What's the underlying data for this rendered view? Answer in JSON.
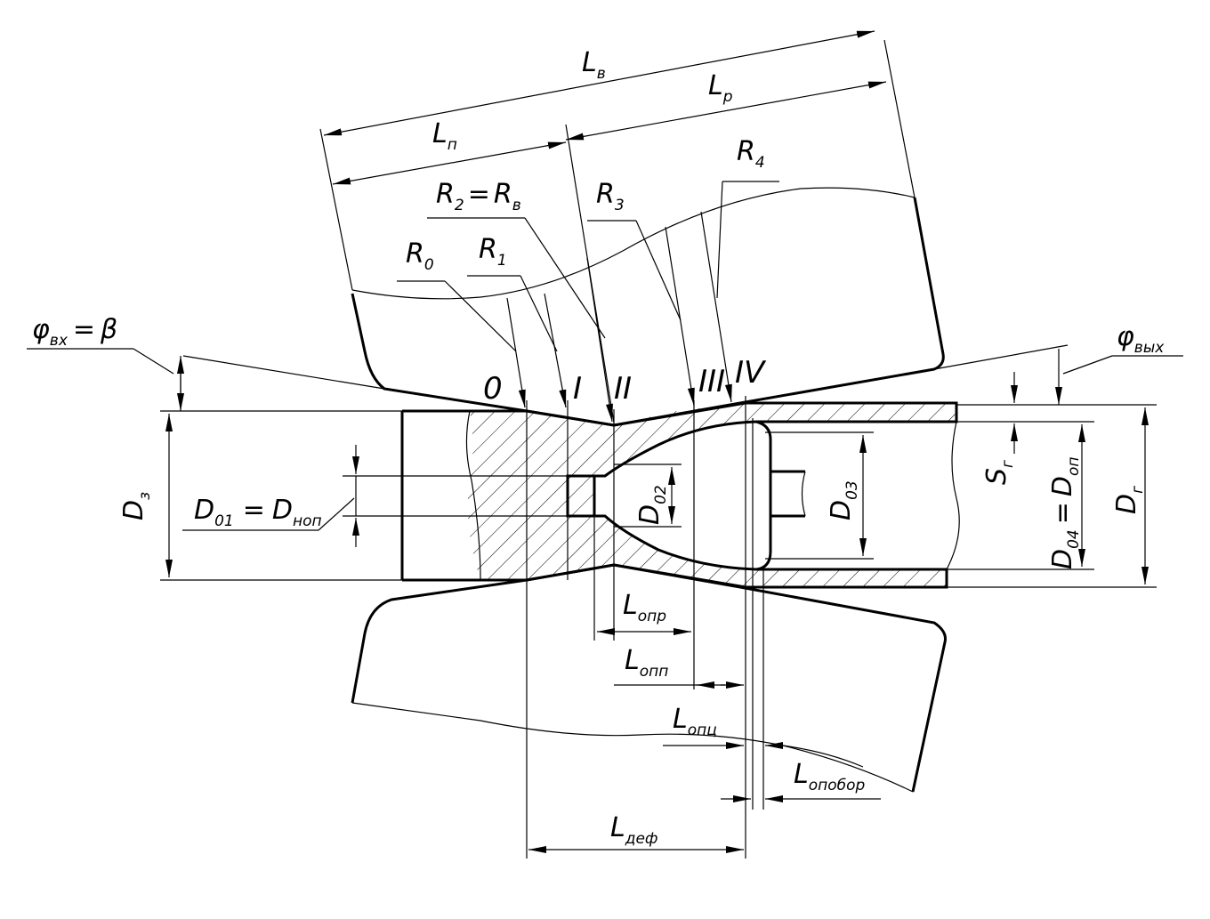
{
  "labels": {
    "Lv": {
      "main": "L",
      "sub": "в"
    },
    "Lr": {
      "main": "L",
      "sub": "р"
    },
    "Ln": {
      "main": "L",
      "sub": "п"
    },
    "R0": {
      "main": "R",
      "sub": "0"
    },
    "R1": {
      "main": "R",
      "sub": "1"
    },
    "R2": {
      "main": "R",
      "sub": "2",
      "eq": "=",
      "main2": "R",
      "sub2": "в"
    },
    "R3": {
      "main": "R",
      "sub": "3"
    },
    "R4": {
      "main": "R",
      "sub": "4"
    },
    "phi_in": {
      "main": "φ",
      "sub": "вх",
      "eq": "=",
      "rhs": "β"
    },
    "phi_out": {
      "main": "φ",
      "sub": "вых"
    },
    "sec0": "0",
    "sec1": "I",
    "sec2": "II",
    "sec3": "III",
    "sec4": "IV",
    "D3": {
      "main": "D",
      "sub": "з"
    },
    "D01": {
      "main": "D",
      "sub": "01",
      "eq": "=",
      "main2": "D",
      "sub2": "ноп"
    },
    "D02": {
      "main": "D",
      "sub": "02"
    },
    "D03": {
      "main": "D",
      "sub": "03"
    },
    "D04": {
      "main": "D",
      "sub": "04",
      "eq": "=",
      "main2": "D",
      "sub2": "оп"
    },
    "Dg": {
      "main": "D",
      "sub": "г"
    },
    "Sg": {
      "main": "S",
      "sub": "г"
    },
    "Lopr": {
      "main": "L",
      "sub": "опр"
    },
    "Lopp": {
      "main": "L",
      "sub": "опп"
    },
    "Lopc": {
      "main": "L",
      "sub": "опц"
    },
    "Lopobor": {
      "main": "L",
      "sub": "опобор"
    },
    "Ldef": {
      "main": "L",
      "sub": "деф"
    }
  }
}
